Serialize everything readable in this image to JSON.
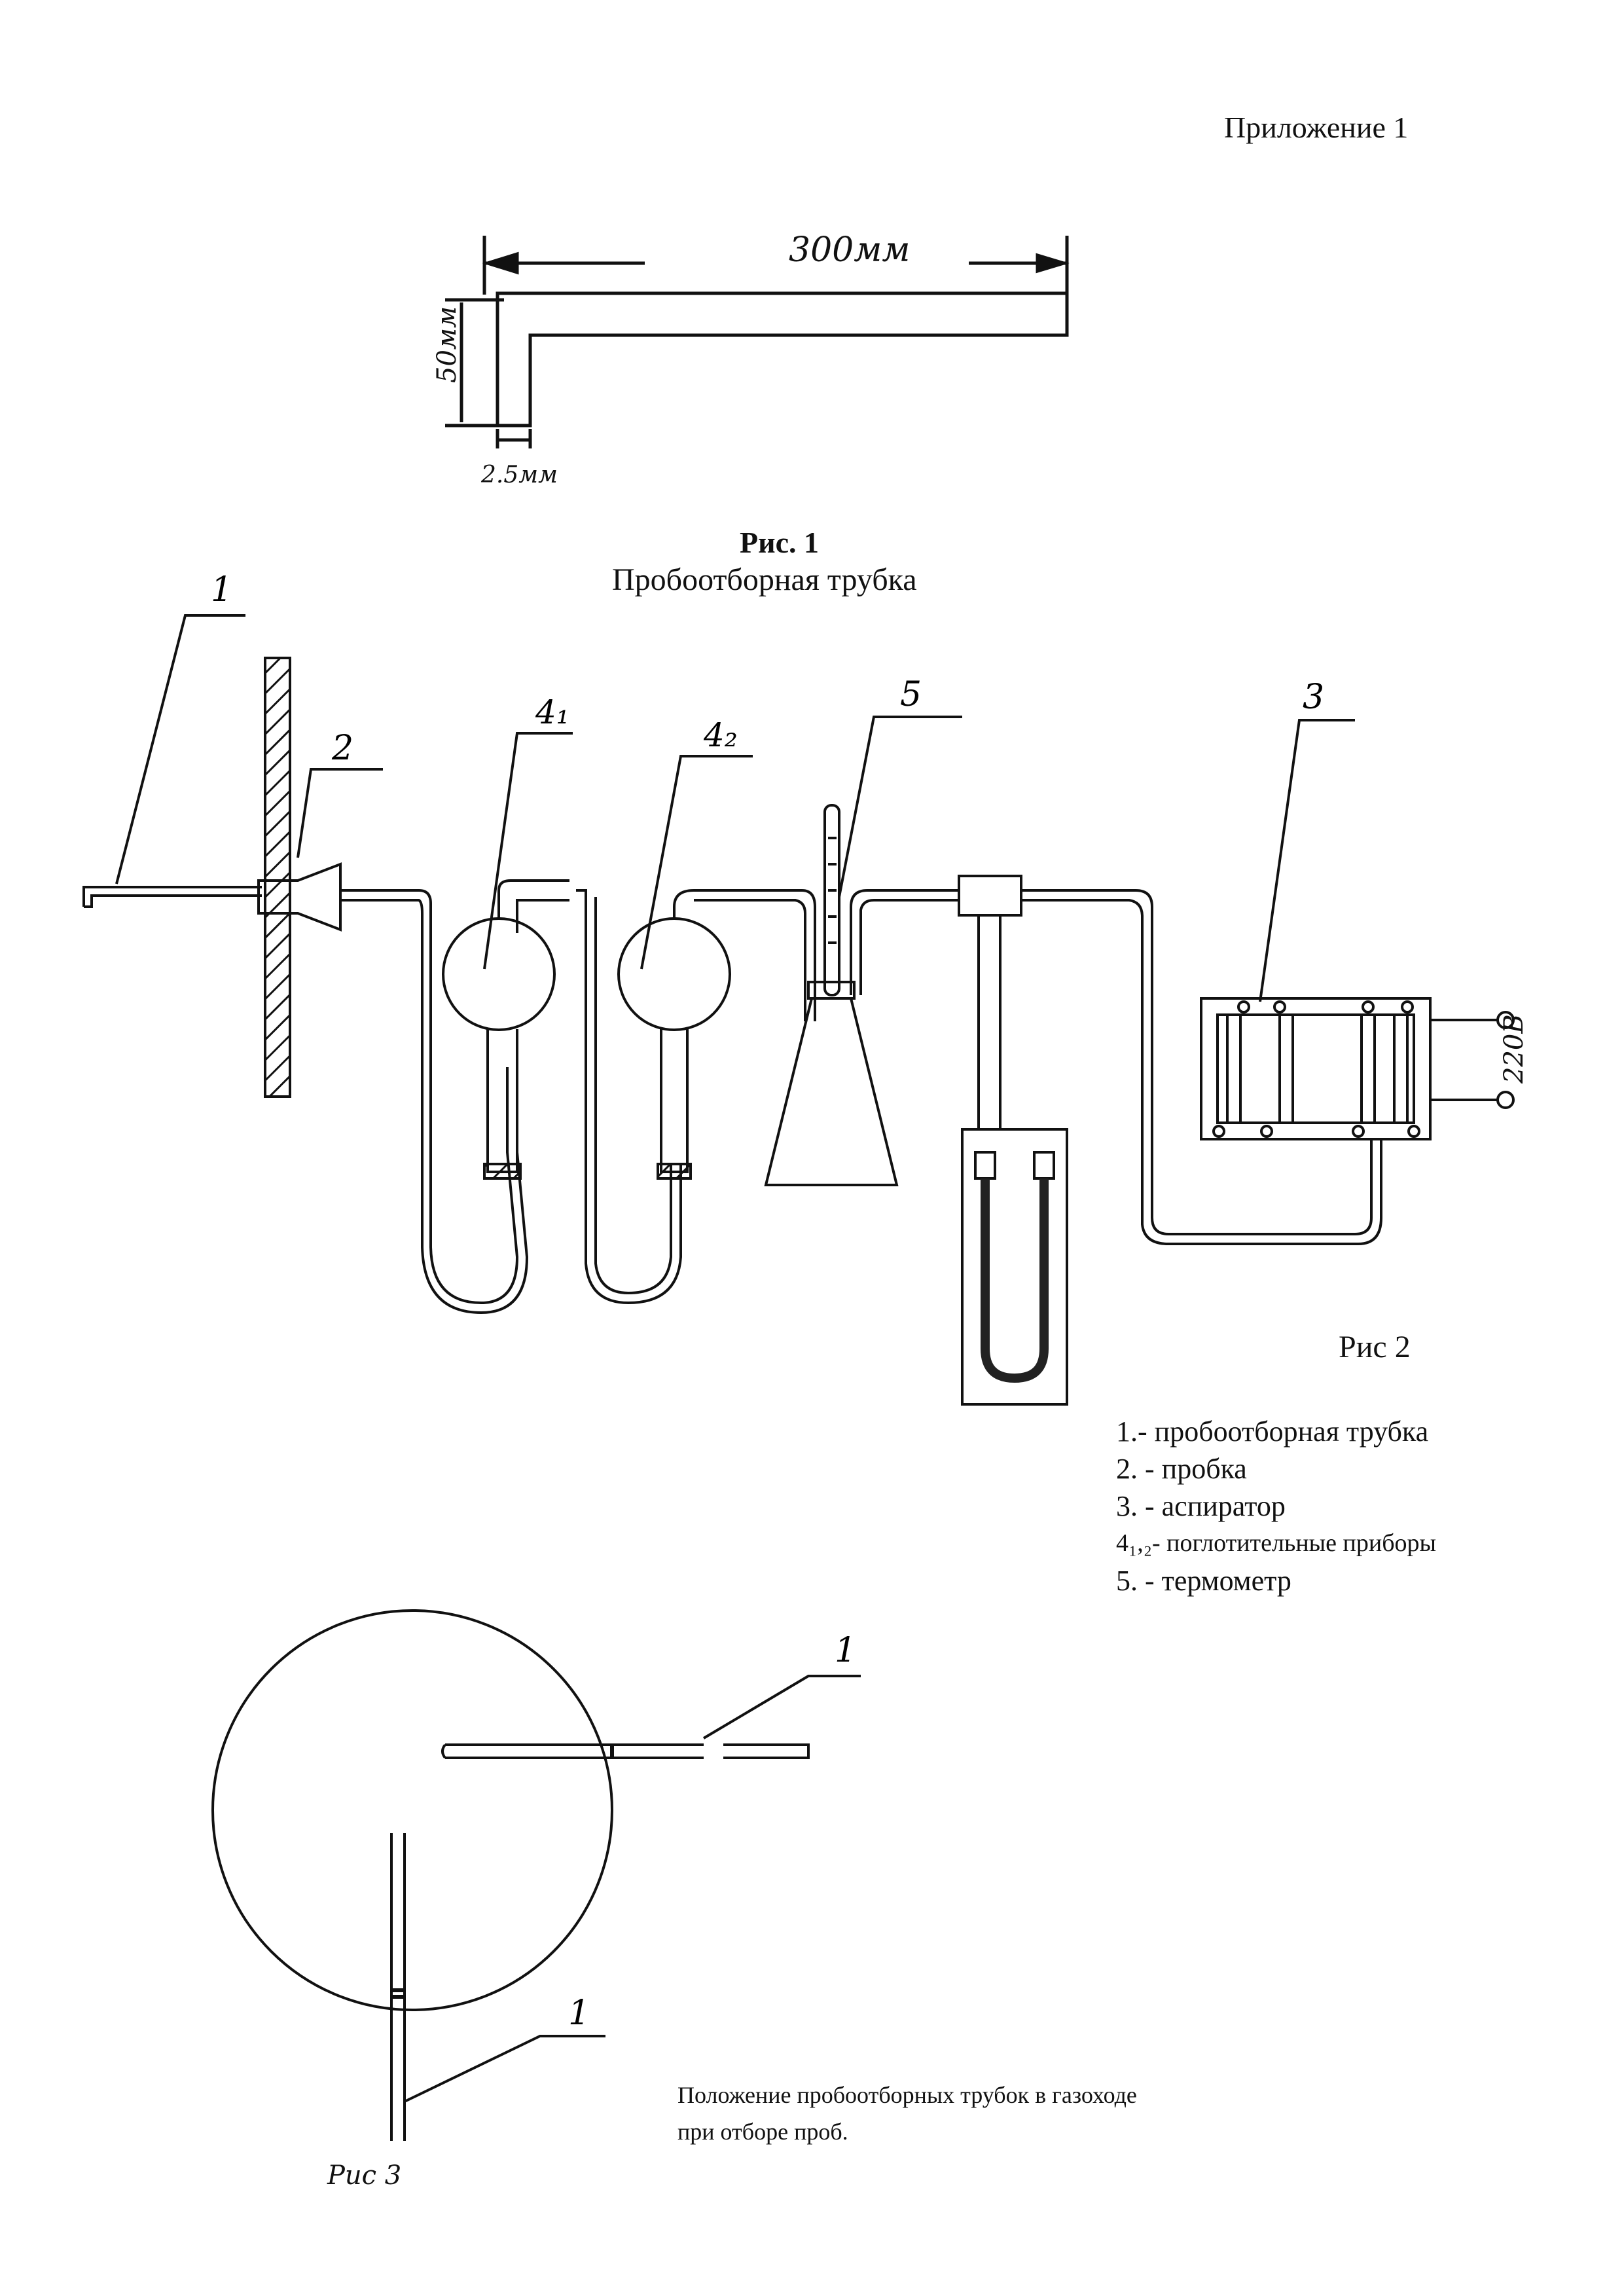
{
  "header": {
    "appendix": "Приложение 1"
  },
  "figure1": {
    "dim_length": "300мм",
    "dim_height": "50мм",
    "dim_diameter": "2.5мм",
    "title": "Рис. 1",
    "subtitle": "Пробоотборная трубка"
  },
  "figure2": {
    "label": "Рис 2",
    "callouts": [
      "1",
      "2",
      "3",
      "4₁",
      "4₂",
      "5"
    ],
    "voltage": "220В",
    "legend": [
      "1.- пробоотборная трубка",
      "2. - пробка",
      "3. - аспиратор",
      "4₁,₂- поглотительные приборы",
      "5. - термометр"
    ]
  },
  "figure3": {
    "label": "Рис 3",
    "callouts": [
      "1",
      "1"
    ],
    "caption_line1": "Положение пробоотборных трубок в газоходе",
    "caption_line2": "при отборе проб."
  }
}
